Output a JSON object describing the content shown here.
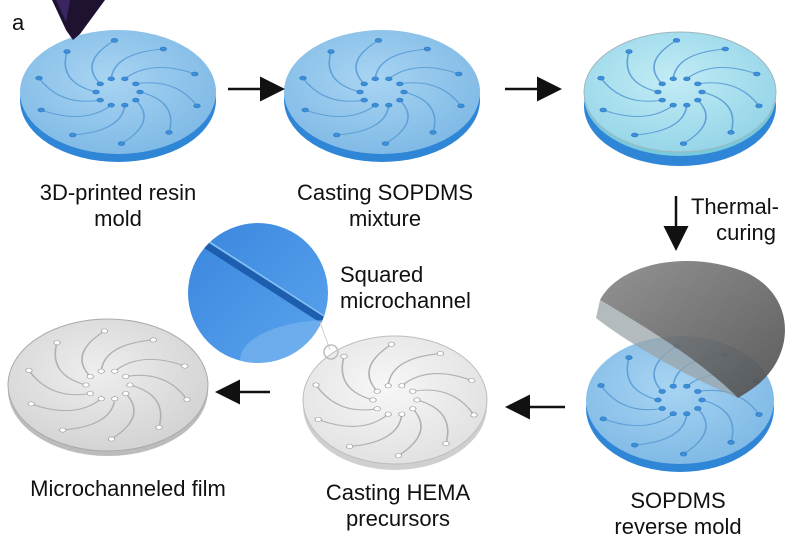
{
  "panel_label": "a",
  "steps": {
    "resin_mold": {
      "line1": "3D-printed resin",
      "line2": "mold"
    },
    "casting_sopdms": {
      "line1": "Casting SOPDMS",
      "line2": "mixture"
    },
    "thermal_curing": {
      "line1": "Thermal-",
      "line2": "curing"
    },
    "reverse_mold": {
      "line1": "SOPDMS",
      "line2": "reverse mold"
    },
    "casting_hema": {
      "line1": "Casting HEMA",
      "line2": "precursors"
    },
    "microchanneled_film": {
      "line1": "Microchanneled film"
    },
    "squared_microchannel": {
      "line1": "Squared",
      "line2": "microchannel"
    }
  },
  "colors": {
    "resin_top": "#8ec3ea",
    "resin_edge": "#2f86d6",
    "sopdms_top": "#a9e0ee",
    "peel_gray": "#6b6b6b",
    "hema_top": "#ececec",
    "film_top": "#dcdcdc",
    "inset_blue": "#3d8fe0"
  }
}
